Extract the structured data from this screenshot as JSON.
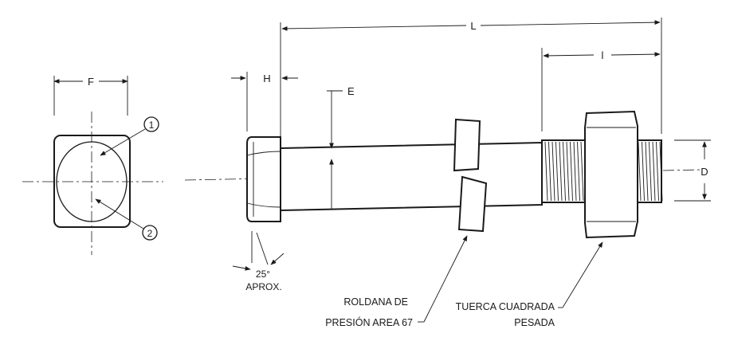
{
  "dimensions": {
    "F": "F",
    "H": "H",
    "L": "L",
    "l": "l",
    "E": "E",
    "D": "D"
  },
  "callouts": {
    "one": "1",
    "two": "2"
  },
  "angle": {
    "value": "25°",
    "note": "APROX."
  },
  "labels": {
    "washer_line1": "ROLDANA DE",
    "washer_line2": "PRESIÓN AREA 67",
    "nut_line1": "TUERCA CUADRADA",
    "nut_line2": "PESADA"
  }
}
